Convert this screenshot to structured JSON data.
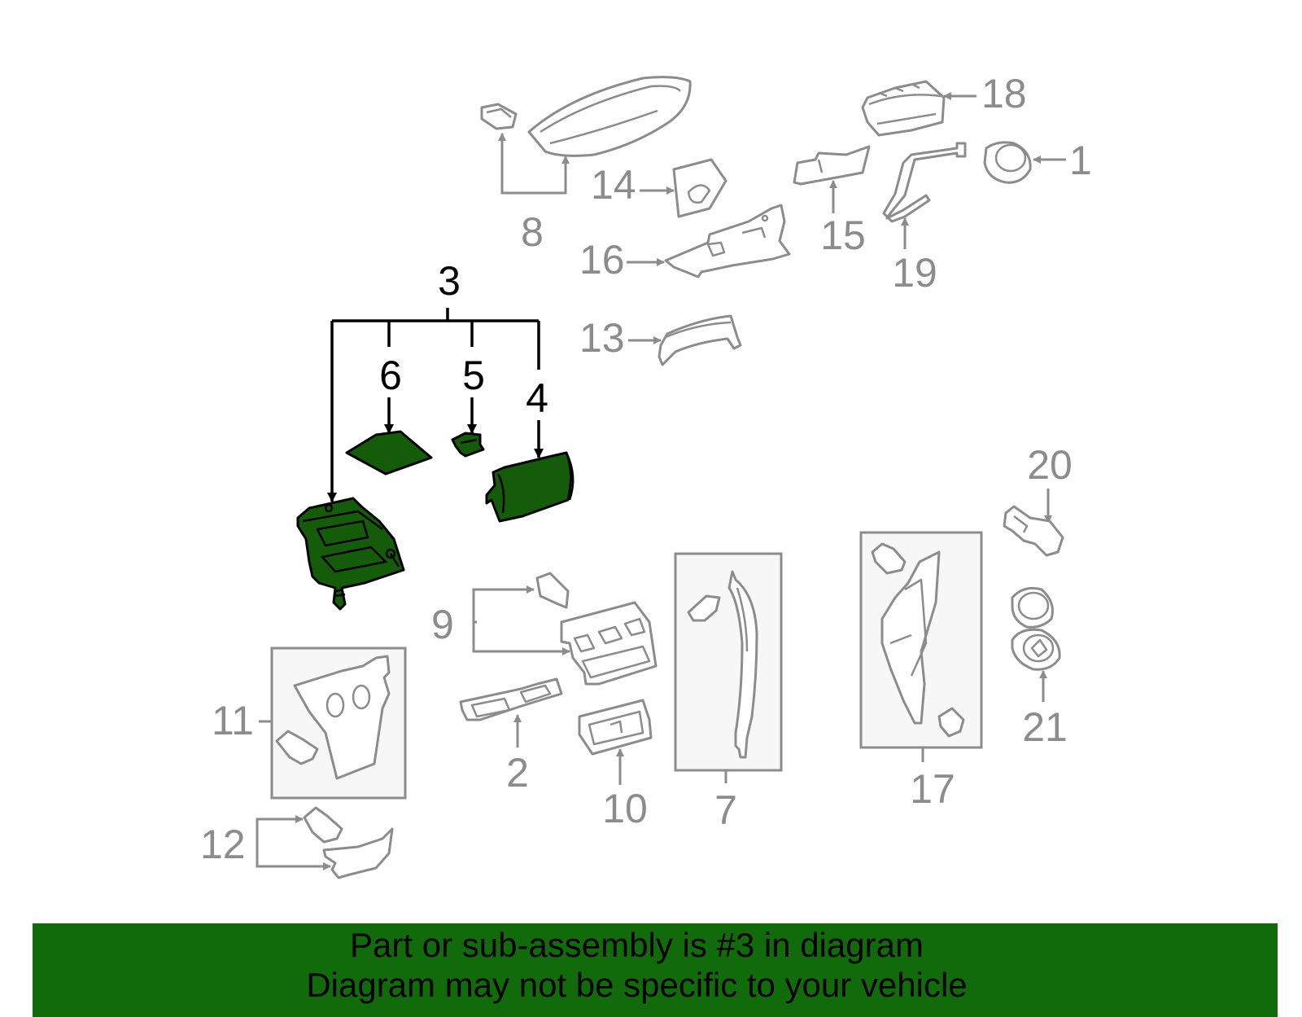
{
  "callouts": {
    "c1": "1",
    "c2": "2",
    "c3": "3",
    "c4": "4",
    "c5": "5",
    "c6": "6",
    "c7": "7",
    "c8": "8",
    "c9": "9",
    "c10": "10",
    "c11": "11",
    "c12": "12",
    "c13": "13",
    "c14": "14",
    "c15": "15",
    "c16": "16",
    "c17": "17",
    "c18": "18",
    "c19": "19",
    "c20": "20",
    "c21": "21"
  },
  "colors": {
    "highlight_fill": "#145c0a",
    "banner_bg": "#116b0a",
    "callout_gray": "#8c8c8c"
  },
  "footer": {
    "line1": "Part or sub-assembly is #3 in diagram",
    "line2": "Diagram may not be specific to your vehicle"
  }
}
